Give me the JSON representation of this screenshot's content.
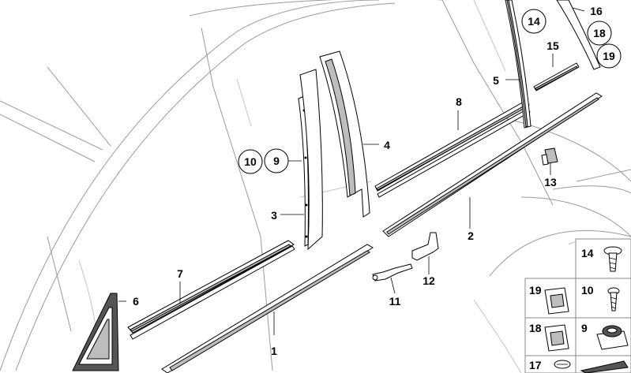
{
  "callouts": [
    {
      "id": "c1",
      "text": "1"
    },
    {
      "id": "c2",
      "text": "2"
    },
    {
      "id": "c3",
      "text": "3"
    },
    {
      "id": "c4",
      "text": "4"
    },
    {
      "id": "c5",
      "text": "5"
    },
    {
      "id": "c6",
      "text": "6"
    },
    {
      "id": "c7",
      "text": "7"
    },
    {
      "id": "c8",
      "text": "8"
    },
    {
      "id": "c9",
      "text": "9"
    },
    {
      "id": "c10",
      "text": "10"
    },
    {
      "id": "c11",
      "text": "11"
    },
    {
      "id": "c12",
      "text": "12"
    },
    {
      "id": "c13",
      "text": "13"
    },
    {
      "id": "c14",
      "text": "14"
    },
    {
      "id": "c15",
      "text": "15"
    },
    {
      "id": "c16",
      "text": "16"
    },
    {
      "id": "c18",
      "text": "18"
    },
    {
      "id": "c19",
      "text": "19"
    }
  ],
  "legend": [
    {
      "id": "l14",
      "text": "14"
    },
    {
      "id": "l10",
      "text": "10"
    },
    {
      "id": "l19",
      "text": "19"
    },
    {
      "id": "l9",
      "text": "9"
    },
    {
      "id": "l18",
      "text": "18"
    },
    {
      "id": "l17",
      "text": "17"
    }
  ]
}
